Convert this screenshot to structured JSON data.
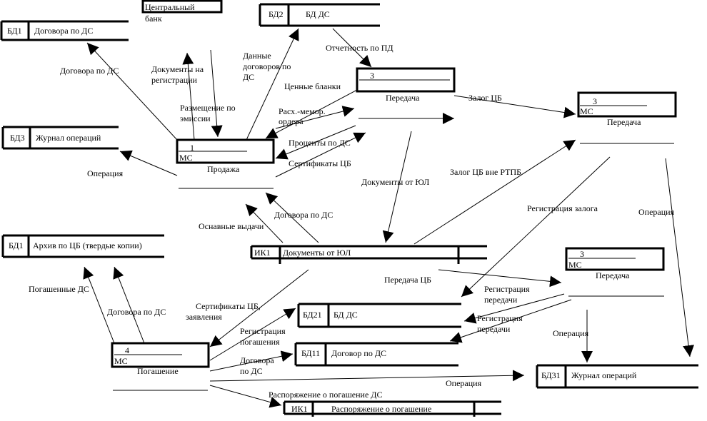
{
  "stores": {
    "bd1_contracts": {
      "id": "БД1",
      "name": "Договора по ДС"
    },
    "bd2": {
      "id": "БД2",
      "name": "БД ДС"
    },
    "bd3": {
      "id": "БД3",
      "name": "Журнал операций"
    },
    "bd1_archive": {
      "id": "БД1",
      "name": "Архив по ЦБ (твердые копии)"
    },
    "ik1_docs": {
      "id": "ИК1",
      "name": "Документы от ЮЛ"
    },
    "bd21": {
      "id": "БД21",
      "name": "БД ДС"
    },
    "bd11": {
      "id": "БД11",
      "name": "Договор по ДС"
    },
    "bd31": {
      "id": "БД31",
      "name": "Журнал операций"
    },
    "ik1_order": {
      "id": "ИК1",
      "name": "Распоряжение о погашение"
    }
  },
  "entities": {
    "central_bank": {
      "line1": "Центральный",
      "line2": "банк"
    }
  },
  "processes": {
    "p1": {
      "num": "1",
      "who": "МС",
      "name": "Продажа"
    },
    "p3a": {
      "num": "3",
      "who": "",
      "name": "Передача"
    },
    "p3b": {
      "num": "3",
      "who": "МС",
      "name": "Передача"
    },
    "p3c": {
      "num": "3",
      "who": "МС",
      "name": "Передача"
    },
    "p4": {
      "num": "4",
      "who": "МС",
      "name": "Погашение"
    }
  },
  "flows": {
    "contracts_ds": "Договора по ДС",
    "docs_reg_1": "Документы на",
    "docs_reg_2": "регистрации",
    "placement_1": "Размещение по",
    "placement_2": "эмиссии",
    "data_contracts_1": "Данные",
    "data_contracts_2": "договоров по",
    "data_contracts_3": "ДС",
    "reporting": "Отчетность по ПД",
    "securities": "Ценные бланки",
    "cash_order_1": "Расх.-мемор.",
    "cash_order_2": "ордера",
    "interest": "Проценты по ДС",
    "certs": "Сертификаты ЦБ",
    "operation_left": "Операция",
    "pledge": "Залог ЦБ",
    "pledge_outside": "Залог ЦБ вне РТПБ",
    "docs_from_ul": "Документы от ЮЛ",
    "reg_pledge": "Регистрация залога",
    "operation_right": "Операция",
    "base_issues": "Оснавные выдачи",
    "contracts_ds2": "Договора по ДС",
    "transfer_cb": "Передача ЦБ",
    "reg_transfer_a1": "Регистрация",
    "reg_transfer_a2": "передачи",
    "reg_transfer_b1": "Регистрация",
    "reg_transfer_b2": "передачи",
    "operation_mid": "Операция",
    "repaid_ds": "Погашенные ДС",
    "contracts_ds3": "Договора по ДС",
    "certs_apps_1": "Сертификаты ЦБ,",
    "certs_apps_2": "заявления",
    "reg_repay_1": "Регистрация",
    "reg_repay_2": "погашения",
    "contract_ds_1": "Договора",
    "contract_ds_2": "по ДС",
    "operation_bottom": "Операция",
    "order_repay": "Распоряжение о погашение ДС"
  }
}
